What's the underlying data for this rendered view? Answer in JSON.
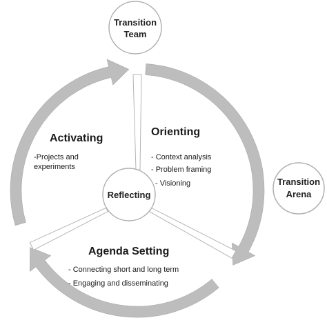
{
  "nodes": {
    "transition_team": {
      "line1": "Transition",
      "line2": "Team"
    },
    "transition_arena": {
      "line1": "Transition",
      "line2": "Arena"
    },
    "reflecting": {
      "label": "Reflecting"
    }
  },
  "phases": {
    "activating": {
      "title": "Activating",
      "items": [
        "-Projects and",
        "experiments"
      ]
    },
    "orienting": {
      "title": "Orienting",
      "items": [
        "- Context analysis",
        "- Problem framing",
        "- Visioning"
      ]
    },
    "agenda_setting": {
      "title": "Agenda Setting",
      "items": [
        "- Connecting short and long term",
        "- Engaging and disseminating"
      ]
    }
  },
  "colors": {
    "cycle_gray": "#bdbdbd",
    "circle_stroke": "#b0b0b0",
    "text": "#1a1a1a"
  }
}
